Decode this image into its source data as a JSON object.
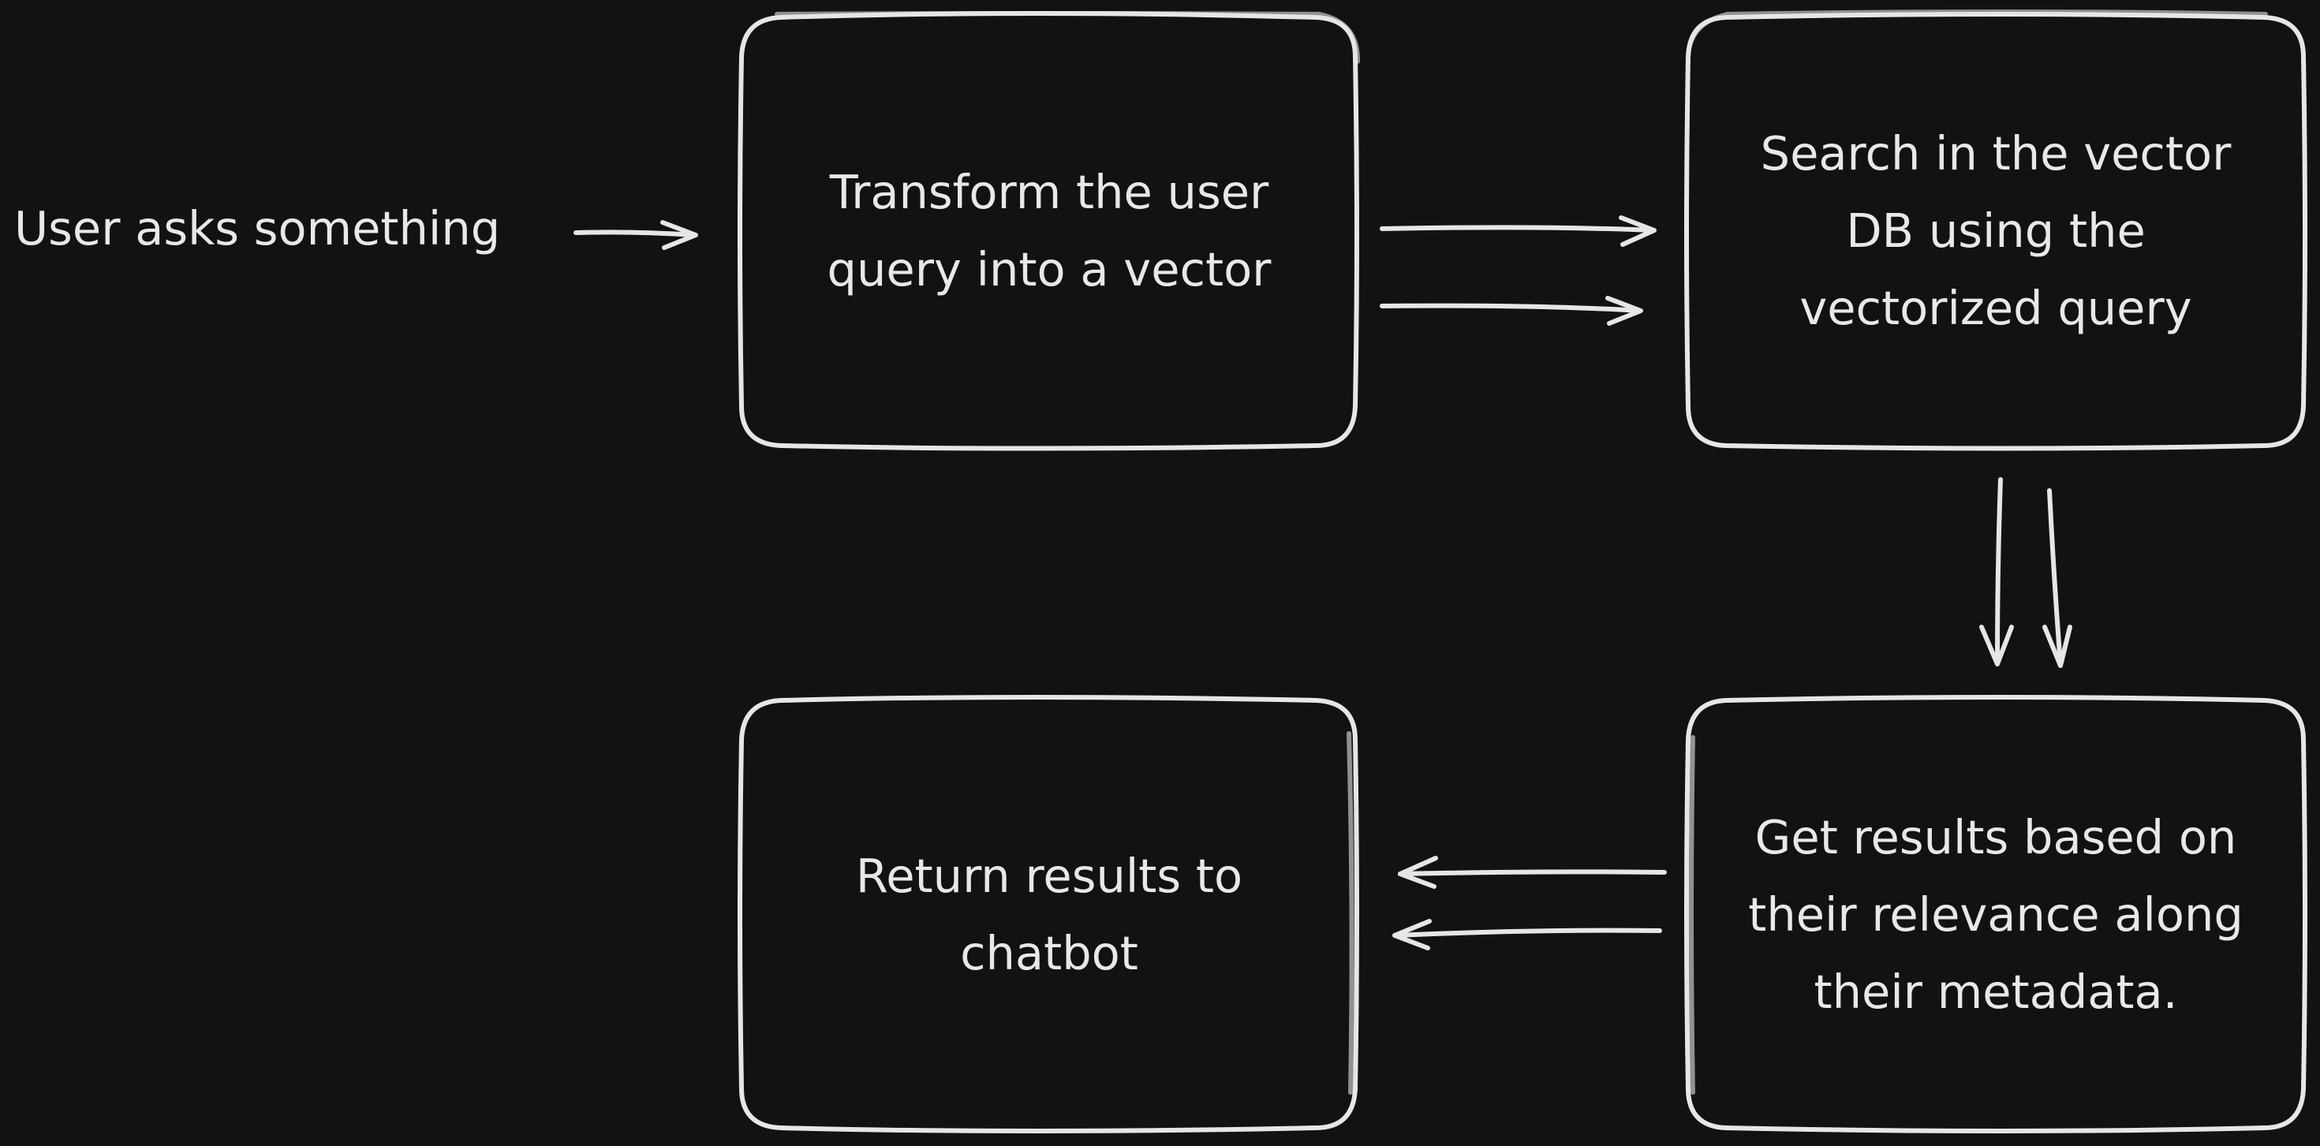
{
  "steps": {
    "user_asks": "User asks something",
    "transform": "Transform the user query into a vector",
    "search": "Search in the vector DB using the vectorized query",
    "get_results": "Get results based on their relevance along their metadata.",
    "return_results": "Return results to chatbot"
  },
  "colors": {
    "background": "#121212",
    "stroke": "#e6e6e6",
    "text": "#e8e8e8"
  }
}
